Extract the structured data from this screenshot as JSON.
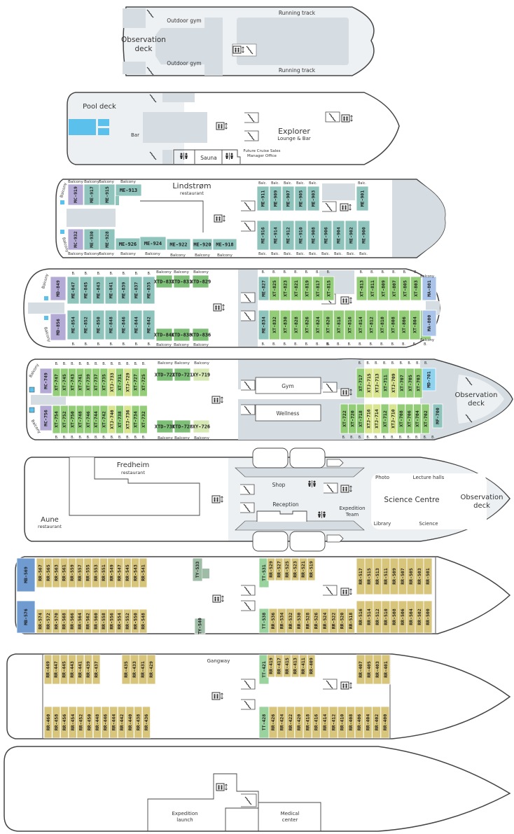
{
  "colors": {
    "hull_stroke": "#444444",
    "deck_grey": "#d5dde3",
    "pale_grey": "#edf0f2",
    "pool_blue": "#5bc0eb",
    "cat_ME": "#8fc4bc",
    "cat_MC": "#b3aad6",
    "cat_MD": "#b3aad6",
    "cat_XT": "#93cd77",
    "cat_XTJ": "#d9e58f",
    "cat_XTD": "#7ebf77",
    "cat_XY": "#d6e8b4",
    "cat_MA": "#a9c4e8",
    "cat_MD7": "#8fd3ef",
    "cat_MF": "#8fc4bc",
    "cat_RR": "#d8c57c",
    "cat_TY": "#9fbca7",
    "cat_TT": "#9bd39f",
    "cat_MB": "#6f9bd1"
  },
  "icons": {
    "elevator": "elevator-icon",
    "stairs": "stairs-icon",
    "restroom": "restroom-icon"
  },
  "decks": [
    {
      "id": "deck-top",
      "labels": {
        "observation": [
          "Observation",
          "deck"
        ],
        "outdoor_gym_top": "Outdoor gym",
        "outdoor_gym_bottom": "Outdoor gym",
        "running_track_top": "Running track",
        "running_track_bottom": "Running track"
      }
    },
    {
      "id": "deck-pool",
      "labels": {
        "pool_deck": "Pool deck",
        "bar": "Bar",
        "explorer": "Explorer",
        "explorer_sub": "Lounge & Bar",
        "sauna": "Sauna",
        "sales_office": [
          "Future Cruise Sales",
          "Manager Office"
        ]
      }
    },
    {
      "id": "deck-9",
      "labels": {
        "restaurant": "Lindstrøm",
        "restaurant_sub": "restaurant",
        "balcony": "Balcony",
        "balc": "Balc."
      },
      "cabins_top_aft": [
        {
          "id": "MC-919",
          "cat": "MC"
        },
        {
          "id": "ME-917",
          "cat": "ME"
        },
        {
          "id": "ME-915",
          "cat": "ME"
        },
        {
          "id": "ME-913",
          "cat": "ME"
        }
      ],
      "cabins_bottom_aft": [
        {
          "id": "MC-932",
          "cat": "MC"
        },
        {
          "id": "ME-930",
          "cat": "ME"
        },
        {
          "id": "ME-928",
          "cat": "ME"
        },
        {
          "id": "ME-926",
          "cat": "ME"
        },
        {
          "id": "ME-924",
          "cat": "ME"
        },
        {
          "id": "ME-922",
          "cat": "ME"
        },
        {
          "id": "ME-920",
          "cat": "ME"
        },
        {
          "id": "ME-918",
          "cat": "ME"
        }
      ],
      "cabins_top_fwd": [
        "ME-911",
        "ME-909",
        "ME-907",
        "ME-905",
        "ME-903"
      ],
      "cabin_top_bow": "ME-901",
      "cabins_bottom_fwd": [
        "ME-916",
        "ME-914",
        "ME-912",
        "ME-910",
        "ME-908",
        "ME-906",
        "ME-904",
        "ME-902",
        "ME-900"
      ]
    },
    {
      "id": "deck-8",
      "labels": {
        "balcony": "Balcony",
        "b": "B."
      },
      "cabins_top_aft": [
        "MD-849",
        "ME-847",
        "ME-845",
        "ME-843",
        "ME-841",
        "ME-839",
        "ME-837",
        "ME-835"
      ],
      "cabins_top_xtd": [
        "XTD-833",
        "XTD-831",
        "XTD-829"
      ],
      "cabins_bottom_aft": [
        "MD-856",
        "ME-854",
        "ME-852",
        "ME-850",
        "ME-848",
        "ME-846",
        "ME-844",
        "ME-842"
      ],
      "cabins_bottom_xtd": [
        "XTD-840",
        "XTD-838",
        "XTD-836"
      ],
      "cabins_top_fwd": [
        "ME-827",
        "XT-825",
        "XT-823",
        "XT-821",
        "XT-819",
        "XT-817",
        "XT-815"
      ],
      "cabins_top_bow": [
        "XT-813",
        "XT-811",
        "XT-809",
        "XT-807",
        "XT-805",
        "XT-803"
      ],
      "suite_top": "MA-801",
      "cabins_bottom_fwd": [
        "ME-834",
        "XT-832",
        "XT-830",
        "XT-828",
        "XT-826",
        "XT-824",
        "XT-822",
        "XT-820",
        "XT-818",
        "XT-816",
        "XT-814",
        "XT-812",
        "XT-810",
        "XT-808",
        "XT-806",
        "XT-804",
        "XT-802"
      ],
      "suite_bottom": "MA-800"
    },
    {
      "id": "deck-7",
      "labels": {
        "balcony": "Balcony",
        "b": "B.",
        "gym": "Gym",
        "wellness": "Wellness",
        "observation": [
          "Observation",
          "deck"
        ]
      },
      "cabins_top_aft": [
        {
          "id": "MC-749",
          "cat": "MC"
        },
        {
          "id": "XT-747",
          "cat": "XT"
        },
        {
          "id": "XT-745",
          "cat": "XT"
        },
        {
          "id": "XT-743",
          "cat": "XT"
        },
        {
          "id": "XT-741",
          "cat": "XT"
        },
        {
          "id": "XT-739",
          "cat": "XT"
        },
        {
          "id": "XT-737",
          "cat": "XT"
        },
        {
          "id": "XT-735",
          "cat": "XT"
        },
        {
          "id": "XTJ-733",
          "cat": "XTJ"
        },
        {
          "id": "XT-731",
          "cat": "XT"
        },
        {
          "id": "XTJ-729",
          "cat": "XTJ"
        },
        {
          "id": "XT-727",
          "cat": "XT"
        },
        {
          "id": "XT-725",
          "cat": "XT"
        }
      ],
      "cabins_top_mid": [
        {
          "id": "XTD-723",
          "cat": "XTD"
        },
        {
          "id": "XTD-721",
          "cat": "XTD"
        },
        {
          "id": "XY-719",
          "cat": "XY"
        }
      ],
      "cabins_bottom_aft": [
        {
          "id": "MC-756",
          "cat": "MC"
        },
        {
          "id": "XT-754",
          "cat": "XT"
        },
        {
          "id": "XT-752",
          "cat": "XT"
        },
        {
          "id": "XT-750",
          "cat": "XT"
        },
        {
          "id": "XT-748",
          "cat": "XT"
        },
        {
          "id": "XT-746",
          "cat": "XT"
        },
        {
          "id": "XT-744",
          "cat": "XT"
        },
        {
          "id": "XT-742",
          "cat": "XT"
        },
        {
          "id": "XTJ-740",
          "cat": "XTJ"
        },
        {
          "id": "XT-738",
          "cat": "XT"
        },
        {
          "id": "XTJ-736",
          "cat": "XTJ"
        },
        {
          "id": "XT-734",
          "cat": "XT"
        },
        {
          "id": "XT-732",
          "cat": "XT"
        }
      ],
      "cabins_bottom_mid": [
        {
          "id": "XTD-730",
          "cat": "XTD"
        },
        {
          "id": "XTD-728",
          "cat": "XTD"
        },
        {
          "id": "XY-726",
          "cat": "XY"
        }
      ],
      "cabins_top_fwd": [
        {
          "id": "XT-717",
          "cat": "XT"
        },
        {
          "id": "XTJ-715",
          "cat": "XTJ"
        },
        {
          "id": "XTJ-713",
          "cat": "XTJ"
        },
        {
          "id": "XT-711",
          "cat": "XT"
        },
        {
          "id": "XTJ-709",
          "cat": "XTJ"
        },
        {
          "id": "XT-707",
          "cat": "XT"
        },
        {
          "id": "XT-705",
          "cat": "XT"
        },
        {
          "id": "XT-703",
          "cat": "XT"
        },
        {
          "id": "MD-701",
          "cat": "MD7"
        }
      ],
      "cabins_bottom_fwd": [
        {
          "id": "XT-722",
          "cat": "XT"
        },
        {
          "id": "XT-720",
          "cat": "XT"
        },
        {
          "id": "XT-718",
          "cat": "XT"
        },
        {
          "id": "XTJ-716",
          "cat": "XTJ"
        },
        {
          "id": "XTJ-714",
          "cat": "XTJ"
        },
        {
          "id": "XT-712",
          "cat": "XT"
        },
        {
          "id": "XTJ-710",
          "cat": "XTJ"
        },
        {
          "id": "XT-708",
          "cat": "XT"
        },
        {
          "id": "XT-706",
          "cat": "XT"
        },
        {
          "id": "XT-704",
          "cat": "XT"
        },
        {
          "id": "XT-702",
          "cat": "XT"
        },
        {
          "id": "MF-700",
          "cat": "MF"
        }
      ]
    },
    {
      "id": "deck-6",
      "labels": {
        "fredheim": "Fredheim",
        "fredheim_sub": "restaurant",
        "aune": "Aune",
        "aune_sub": "restaurant",
        "shop": "Shop",
        "reception": "Reception",
        "expedition_team": [
          "Expedition",
          "Team"
        ],
        "photo": "Photo",
        "lecture_halls": "Lecture halls",
        "science_centre": "Science Centre",
        "library": "Library",
        "science": "Science",
        "observation": [
          "Observation",
          "deck"
        ]
      }
    },
    {
      "id": "deck-5",
      "cabins_top_aft": [
        "MB-569",
        "RR-567",
        "RR-565",
        "RR-563",
        "RR-561",
        "RR-559",
        "RR-557",
        "RR-555",
        "RR-553",
        "RR-551",
        "RR-549",
        "RR-547",
        "RR-545",
        "RR-543",
        "RR-541"
      ],
      "cabins_bottom_aft": [
        "MB-576",
        "RR-574",
        "RR-572",
        "RR-570",
        "RR-568",
        "RR-566",
        "RR-564",
        "RR-562",
        "RR-560",
        "RR-558",
        "RR-556",
        "RR-554",
        "RR-552",
        "RR-550",
        "RR-548"
      ],
      "ty_top": "TY-533",
      "ty_bottom": "TY-540",
      "cabins_top_fwd": [
        "TT-531",
        "RR-529",
        "RR-527",
        "RR-525",
        "RR-523",
        "RR-521",
        "RR-519"
      ],
      "cabins_top_bow": [
        "RR-517",
        "RR-515",
        "RR-513",
        "RR-511",
        "RR-509",
        "RR-507",
        "RR-505",
        "RR-503",
        "RR-501"
      ],
      "cabins_bottom_fwd": [
        "TT-538",
        "RR-536",
        "RR-534",
        "RR-532",
        "RR-530",
        "RR-528",
        "RR-526",
        "RR-524",
        "RR-522",
        "RR-520",
        "RR-518"
      ],
      "cabins_bottom_bow": [
        "RR-516",
        "RR-514",
        "RR-512",
        "RR-510",
        "RR-508",
        "RR-506",
        "RR-504",
        "RR-502",
        "RR-500"
      ]
    },
    {
      "id": "deck-4",
      "labels": {
        "gangway": "Gangway"
      },
      "cabins_top_aft": [
        "RR-449",
        "RR-447",
        "RR-445",
        "RR-443",
        "RR-441",
        "RR-439",
        "RR-437"
      ],
      "cabins_top_mid": [
        "RR-435",
        "RR-433",
        "RR-431",
        "RR-429"
      ],
      "cabins_bottom_aft": [
        "RR-460",
        "RR-458",
        "RR-456",
        "RR-454",
        "RR-452",
        "RR-450",
        "RR-448",
        "RR-446",
        "RR-444",
        "RR-442",
        "RR-440",
        "RR-438",
        "RR-436"
      ],
      "cabins_top_fwd": [
        "TT-421",
        "RR-419",
        "RR-417",
        "RR-415",
        "RR-413",
        "RR-411",
        "RR-409"
      ],
      "cabins_top_bow": [
        "RR-407",
        "RR-405",
        "RR-403",
        "RR-401"
      ],
      "cabins_bottom_fwd": [
        "TT-428",
        "RR-426",
        "RR-424",
        "RR-422",
        "RR-420",
        "RR-418",
        "RR-416",
        "RR-414",
        "RR-412",
        "RR-410",
        "RR-408",
        "RR-406",
        "RR-404",
        "RR-402",
        "RR-400"
      ]
    },
    {
      "id": "deck-3",
      "labels": {
        "expedition_launch": [
          "Expedition",
          "launch"
        ],
        "medical_center": [
          "Medical",
          "center"
        ]
      }
    }
  ]
}
